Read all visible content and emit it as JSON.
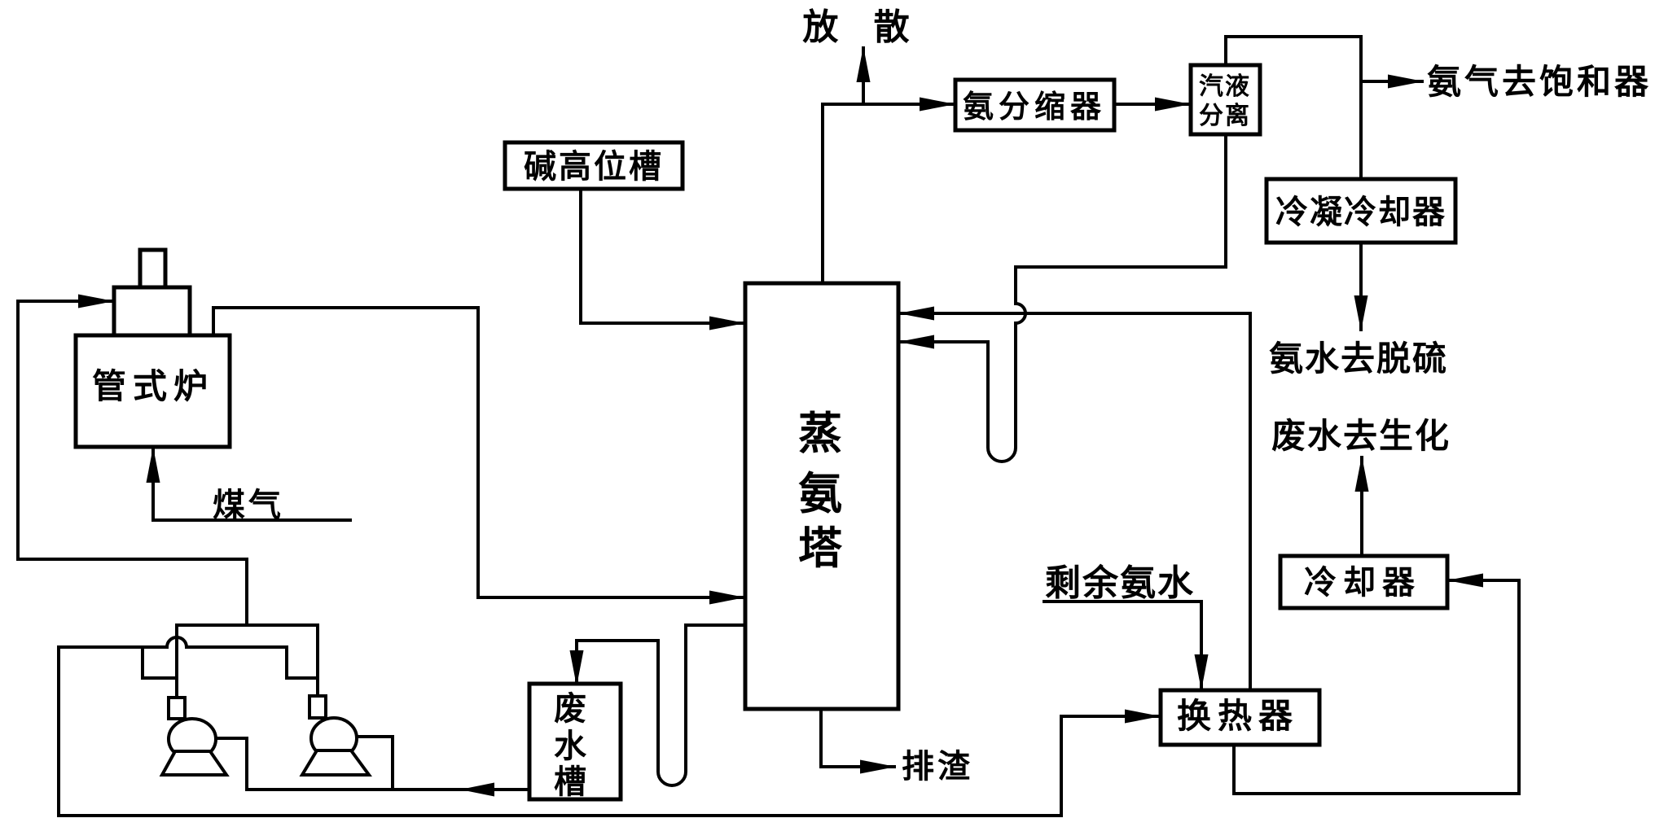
{
  "colors": {
    "line": "#000000",
    "background": "#ffffff"
  },
  "labels": {
    "vent": "放 散",
    "ammonia_condenser": "氨分缩器",
    "vapor_liquid_separator": [
      "汽液",
      "分离"
    ],
    "ammonia_gas_to_saturator": "氨气去饱和器",
    "condensing_cooler": "冷凝冷却器",
    "ammonia_water_to_desulfurization": "氨水去脱硫",
    "wastewater_to_biochemical": "废水去生化",
    "alkali_head_tank": "碱高位槽",
    "tube_furnace": "管式炉",
    "coal_gas": "煤气",
    "ammonia_still_tower": [
      "蒸",
      "氨",
      "塔"
    ],
    "surplus_ammonia_water": "剩余氨水",
    "heat_exchanger": "换热器",
    "cooler": "冷却器",
    "slag_discharge": "排渣",
    "waste_water_tank": [
      "废",
      "水",
      "槽"
    ]
  }
}
